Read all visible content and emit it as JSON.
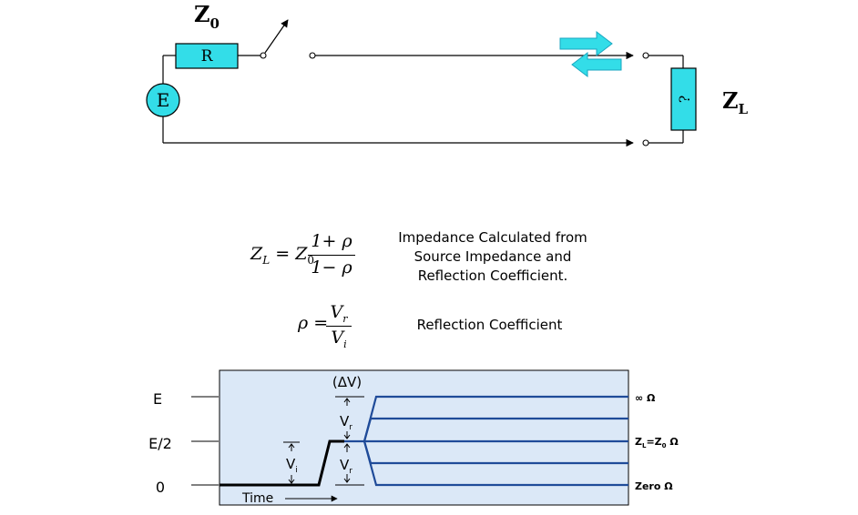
{
  "circuit": {
    "source_impedance_label": "Z",
    "source_impedance_sub": "0",
    "resistor_label": "R",
    "source_label": "E",
    "load_label": "?",
    "load_impedance_label": "Z",
    "load_impedance_sub": "L"
  },
  "equations": {
    "impedance": {
      "lhs": "Z",
      "lhs_sub": "L",
      "equals": "=",
      "coef": "Z",
      "coef_sub": "0",
      "numerator": "1+ ρ",
      "denominator": "1− ρ",
      "description": [
        "Impedance Calculated from",
        "Source Impedance and",
        "Reflection Coefficient."
      ]
    },
    "reflection": {
      "lhs": "ρ",
      "equals": "=",
      "numerator": "V",
      "numerator_sub": "r",
      "denominator": "V",
      "denominator_sub": "i",
      "description": "Reflection Coefficient"
    }
  },
  "tdr": {
    "level_labels": [
      "E",
      "E/2",
      "0"
    ],
    "delta_label": "(ΔV)",
    "vr_label": "V",
    "vr_sub": "r",
    "vi_label": "V",
    "vi_sub": "i",
    "time_label": "Time",
    "traces": [
      {
        "label": "∞ Ω"
      },
      {
        "label": ""
      },
      {
        "label": "Z",
        "sub": "L",
        "rest": "=Z",
        "sub2": "0",
        "tail": " Ω"
      },
      {
        "label": ""
      },
      {
        "label": "Zero  Ω"
      }
    ],
    "colors": {
      "panel": "#dbe8f7",
      "trace": "#1f4b99",
      "base": "#000000"
    }
  },
  "colors": {
    "component_fill": "#33dde8",
    "arrow_fill": "#33dde8"
  }
}
